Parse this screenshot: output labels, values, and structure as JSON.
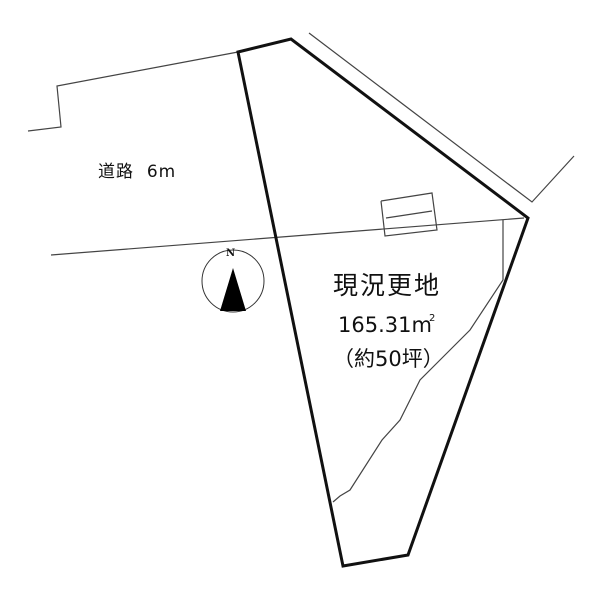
{
  "road": {
    "label": "道路",
    "width": "6m"
  },
  "lot": {
    "title": "現況更地",
    "area_value": "165.31",
    "area_unit": "m",
    "area_unit_sup": "2",
    "tsubo_text": "（約50坪）"
  },
  "compass": {
    "label": "N",
    "icon": "north-arrow-icon"
  },
  "colors": {
    "line": "#111111",
    "thin_line": "#555555",
    "background": "#ffffff"
  }
}
